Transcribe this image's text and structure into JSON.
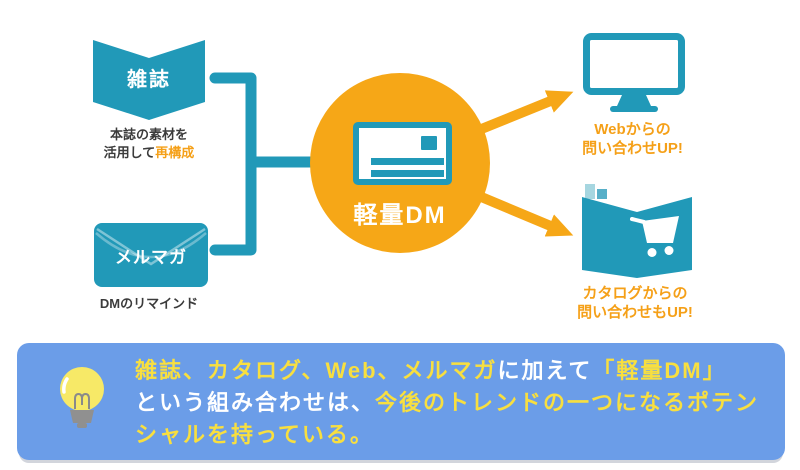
{
  "palette": {
    "teal": "#2199B8",
    "teal_light": "#A6D6E0",
    "orange": "#F6A717",
    "orange_text": "#F5A018",
    "banner_blue": "#6B9DE8",
    "banner_yellow_text": "#F8DF3F",
    "bulb_yellow": "#F7E967",
    "dark_text": "#3B3B3B",
    "white": "#FFFFFF"
  },
  "magazine": {
    "icon": "open-book-icon",
    "label": "雑誌",
    "caption_line1": "本誌の素材を",
    "caption_line2_plain": "活用して",
    "caption_line2_highlight": "再構成"
  },
  "mailmag": {
    "icon": "envelope-icon",
    "label": "メルマガ",
    "caption": "DMのリマインド"
  },
  "center": {
    "icon": "postcard-icon",
    "label": "軽量DM"
  },
  "web_outcome": {
    "icon": "monitor-icon",
    "line1": "Webからの",
    "line2": "問い合わせUP!"
  },
  "catalog_outcome": {
    "icon": "catalog-cart-icon",
    "line1": "カタログからの",
    "line2": "問い合わせもUP!"
  },
  "banner": {
    "icon": "lightbulb-icon",
    "line1": [
      {
        "t": "雑誌、カタログ、Web、メルマガ",
        "c": "yellow"
      },
      {
        "t": "に加えて",
        "c": "white"
      },
      {
        "t": "「軽量DM」",
        "c": "yellow"
      }
    ],
    "line2": [
      {
        "t": "という組み合わせは、",
        "c": "white"
      },
      {
        "t": "今後のトレンドの一つになるポテン",
        "c": "yellow"
      }
    ],
    "line3": [
      {
        "t": "シャルを持っている。",
        "c": "yellow"
      }
    ]
  }
}
